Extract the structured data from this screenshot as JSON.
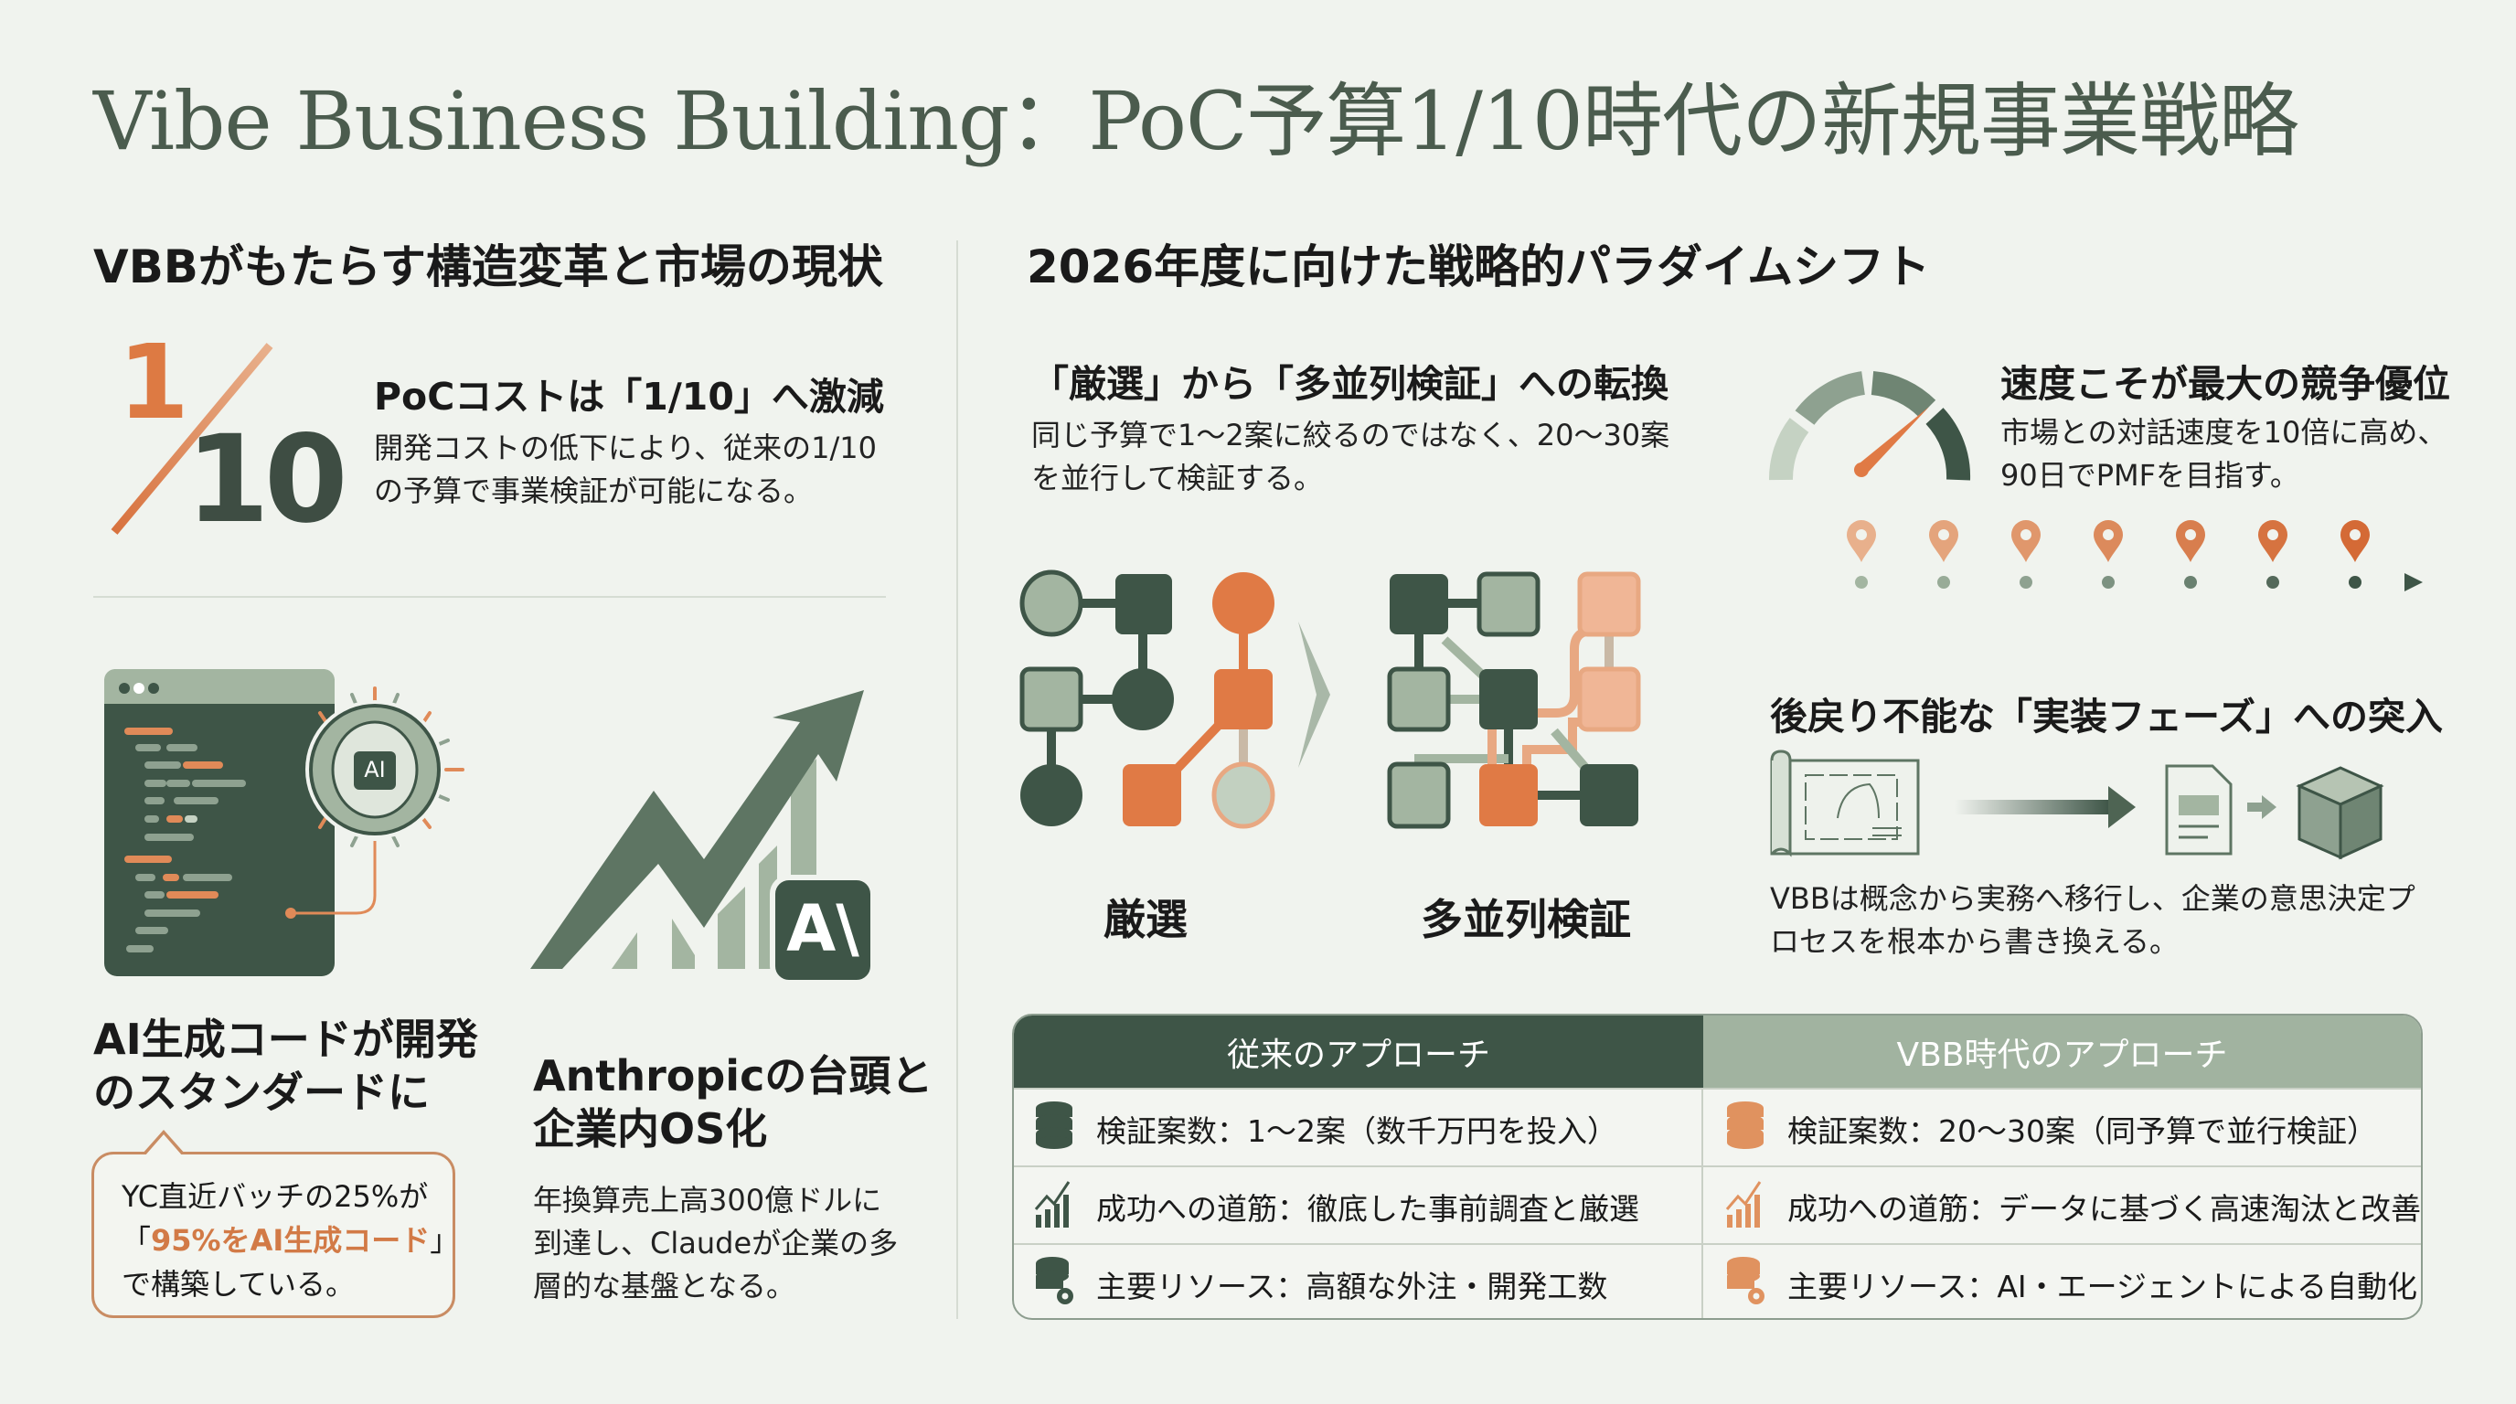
{
  "title": "Vibe Business Building：PoC予算1/10時代の新規事業戦略",
  "colors": {
    "dark_green": "#3e5547",
    "mid_green": "#7d9281",
    "light_green": "#a9bba9",
    "orange": "#e07a45",
    "background": "#f0f3ee"
  },
  "left": {
    "heading": "VBBがもたらす構造変革と市場の現状",
    "cost": {
      "big_numerator": "1",
      "big_denominator": "10",
      "heading": "PoCコストは「1/10」へ激減",
      "desc_lines": [
        "開発コストの低下により、従来の1/10",
        "の予算で事業検証が可能になる。"
      ]
    },
    "ai_code": {
      "icon_label": "AI",
      "heading_lines": [
        "AI生成コードが開発",
        "のスタンダードに"
      ],
      "bubble": {
        "line1": "YC直近バッチの25%が",
        "line2_open": "「",
        "line2_highlight": "95%をAI生成コード",
        "line2_close": "」",
        "line3": "で構築している。"
      }
    },
    "anthropic": {
      "badge": "A\\",
      "heading_lines": [
        "Anthropicの台頭と",
        "企業内OS化"
      ],
      "desc_lines": [
        "年換算売上高300億ドルに",
        "到達し、Claudeが企業の多",
        "層的な基盤となる。"
      ]
    }
  },
  "right": {
    "heading": "2026年度に向けた戦略的パラダイムシフト",
    "shift": {
      "heading": "「厳選」から「多並列検証」への転換",
      "desc_lines": [
        "同じ予算で1〜2案に絞るのではなく、20〜30案",
        "を並行して検証する。"
      ],
      "label_before": "厳選",
      "label_after": "多並列検証"
    },
    "speed": {
      "heading": "速度こそが最大の競争優位",
      "desc_lines": [
        "市場との対話速度を10倍に高め、",
        "90日でPMFを目指す。"
      ],
      "milestones": 7
    },
    "implementation": {
      "heading": "後戻り不能な「実装フェーズ」への突入",
      "desc_lines": [
        "VBBは概念から実務へ移行し、企業の意思決定プ",
        "ロセスを根本から書き換える。"
      ]
    },
    "table": {
      "headers": [
        "従来のアプローチ",
        "VBB時代のアプローチ"
      ],
      "rows": [
        {
          "icon": "database-icon",
          "traditional": "検証案数：1〜2案（数千万円を投入）",
          "vbb": "検証案数：20〜30案（同予算で並行検証）"
        },
        {
          "icon": "growth-chart-icon",
          "traditional": "成功への道筋：徹底した事前調査と厳選",
          "vbb": "成功への道筋：データに基づく高速淘汰と改善"
        },
        {
          "icon": "database-gear-icon",
          "traditional": "主要リソース：高額な外注・開発工数",
          "vbb": "主要リソース：AI・エージェントによる自動化"
        }
      ]
    }
  }
}
